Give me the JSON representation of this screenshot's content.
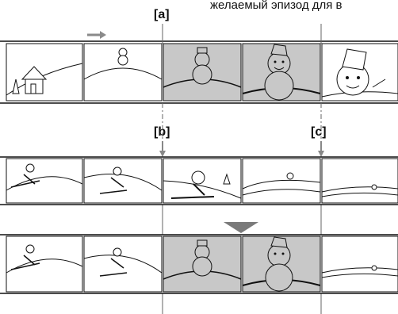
{
  "caption": "желаемый эпизод для в",
  "markers": {
    "a": "[a]",
    "b": "[b]",
    "c": "[c]"
  },
  "colors": {
    "frame_line": "#111111",
    "highlight_frame": "#c8c8c8",
    "arrow": "#7a7a7a"
  },
  "icons": [
    "direction-arrow-icon",
    "down-arrow-icon",
    "big-down-arrow-icon"
  ]
}
